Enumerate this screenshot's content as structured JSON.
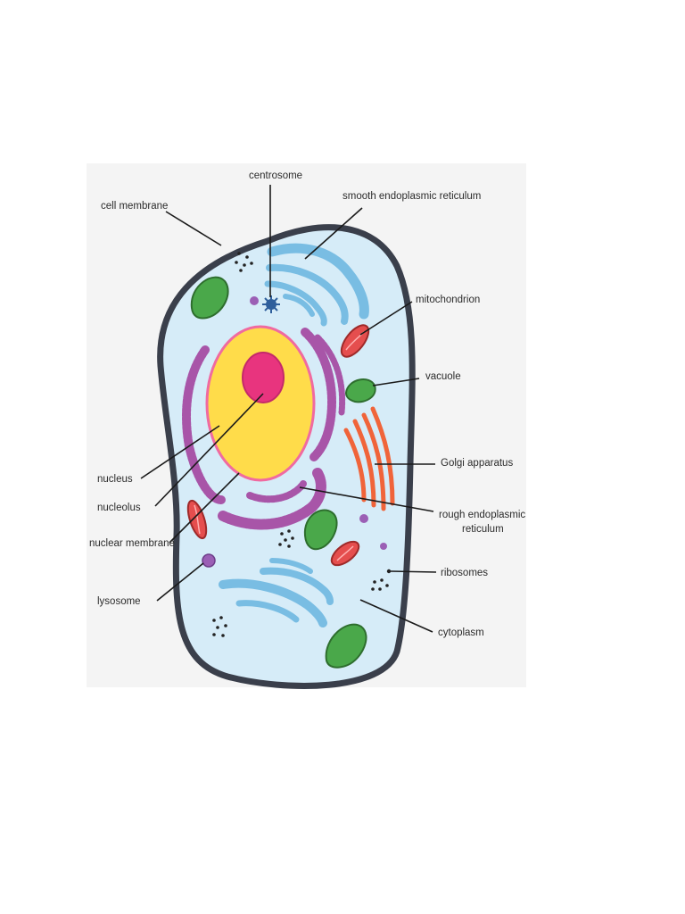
{
  "diagram": {
    "colors": {
      "membrane": "#3a3f4b",
      "cytoplasm": "#d6ecf8",
      "nucleus": "#ffdc4a",
      "nucleolus": "#e8347e",
      "nuclear_membrane": "#f06aa0",
      "rough_er": "#a855a8",
      "smooth_er": "#79bde3",
      "mitochondrion": "#e54e4e",
      "vacuole": "#4aa84a",
      "golgi": "#f0643a",
      "lysosome": "#9b5fb5",
      "centrosome": "#2f5f9c",
      "ribosome": "#222222"
    },
    "labels": {
      "centrosome": "centrosome",
      "cell_membrane": "cell membrane",
      "smooth_er": "smooth endoplasmic reticulum",
      "mitochondrion": "mitochondrion",
      "vacuole": "vacuole",
      "golgi": "Golgi apparatus",
      "nucleus": "nucleus",
      "nucleolus": "nucleolus",
      "nuclear_membrane": "nuclear membrane",
      "rough_er_line1": "rough endoplasmic",
      "rough_er_line2": "reticulum",
      "ribosomes": "ribosomes",
      "lysosome": "lysosome",
      "cytoplasm": "cytoplasm"
    }
  }
}
